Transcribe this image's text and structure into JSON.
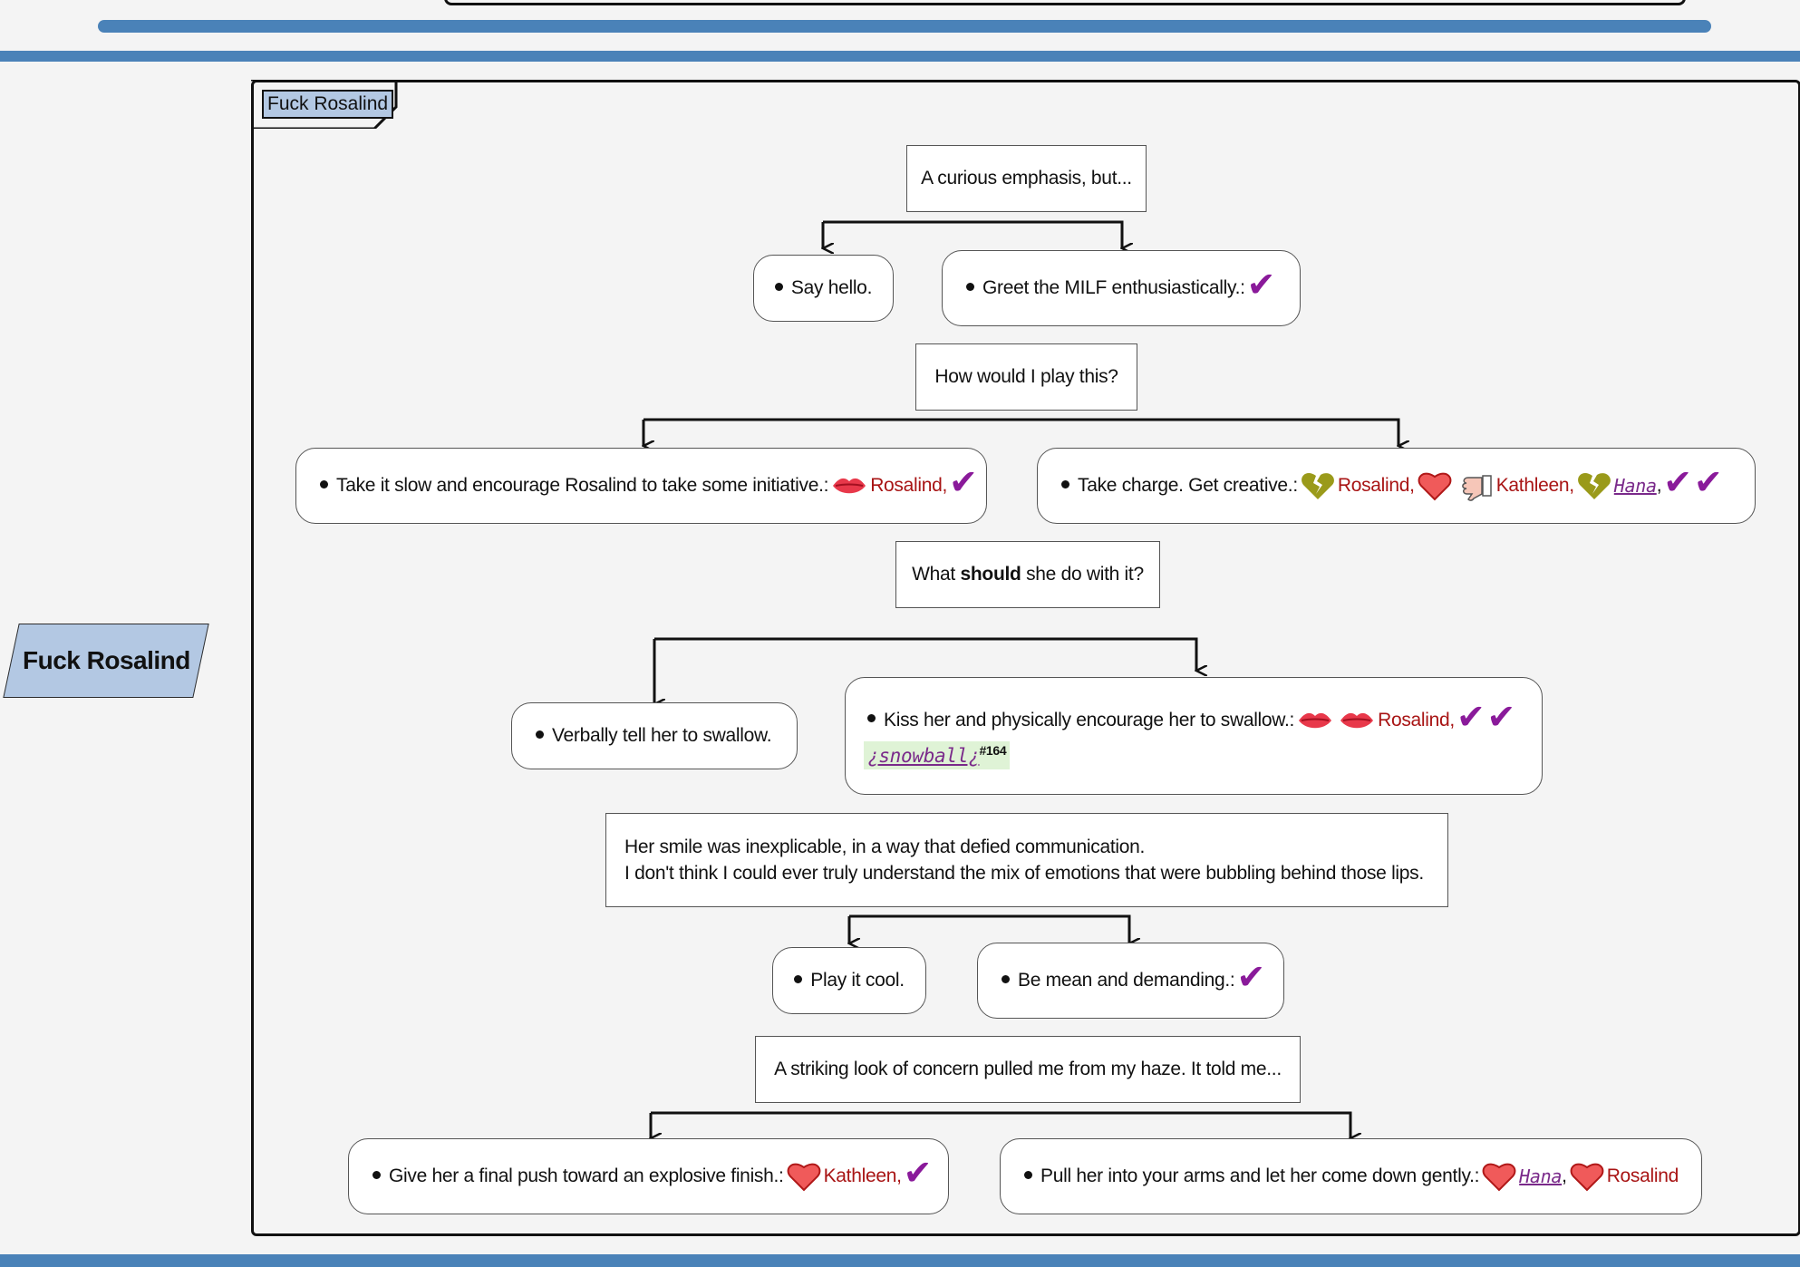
{
  "side_label": "Fuck Rosalind",
  "frame_tab": "Fuck Rosalind",
  "prompts": {
    "p1": "A curious emphasis, but...",
    "p2": "How would I play this?",
    "p3_pre": "What ",
    "p3_bold": "should",
    "p3_post": " she do with it?",
    "p4_line1": "Her smile was inexplicable, in a way that defied communication.",
    "p4_line2": "I don't think I could ever truly understand the mix of emotions that were bubbling behind those lips.",
    "p5": "A striking look of concern pulled me from my haze. It told me..."
  },
  "choices": {
    "c1a": "Say hello.",
    "c1b": "Greet the MILF enthusiastically.:",
    "c2a": "Take it slow and encourage Rosalind to take some initiative.:",
    "c2a_who": "Rosalind,",
    "c2b": "Take charge. Get creative.:",
    "c2b_who1": "Rosalind,",
    "c2b_who2": "Kathleen,",
    "c2b_who3": "Hana",
    "c3a": "Verbally tell her to swallow.",
    "c3b": "Kiss her and physically encourage her to swallow.:",
    "c3b_who": "Rosalind,",
    "c3b_tag": "¿snowball¿",
    "c3b_tag_num": "#164",
    "c4a": "Play it cool.",
    "c4b": "Be mean and demanding.:",
    "c5a": "Give her a final push toward an explosive finish.:",
    "c5a_who": "Kathleen,",
    "c5b": "Pull her into your arms and let her come down gently.:",
    "c5b_who1": "Hana",
    "c5b_who2": "Rosalind",
    "comma": ",",
    "check": "✔"
  },
  "colors": {
    "bar": "#4a82b8",
    "label_fill": "#b3c8e3",
    "character": "#a81414",
    "check": "#8a1a9a",
    "tag_bg": "#dff3d6"
  },
  "icons": [
    "lips-icon",
    "broken-heart-icon",
    "heart-icon",
    "thumbs-down-icon",
    "check-icon"
  ]
}
